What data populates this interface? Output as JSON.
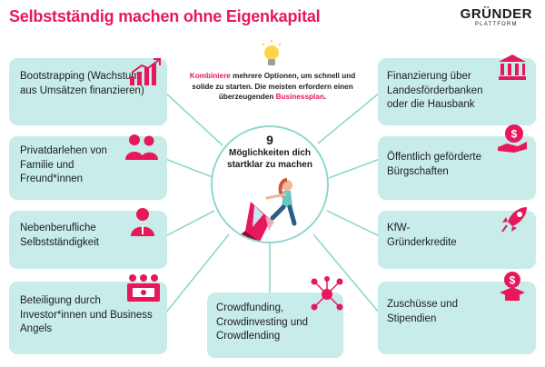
{
  "header": {
    "title": "Selbstständig machen ohne Eigenkapital",
    "logo_line1": "GRÜNDER",
    "logo_line2": "PLATTFORM"
  },
  "intro": {
    "highlight_start": "Kombiniere",
    "text_mid": " mehrere Optionen, um schnell und solide zu starten. Die meisten erfordern einen überzeugenden ",
    "highlight_end": "Businessplan",
    "text_end": "."
  },
  "center": {
    "number": "9",
    "text": "Möglichkeiten dich startklar zu machen"
  },
  "options": {
    "bootstrapping": "Bootstrapping (Wachstum aus Umsätzen finanzieren)",
    "privatdarlehen": "Privatdarlehen von Familie und Freund*innen",
    "nebenberuflich": "Nebenberufliche Selbstständigkeit",
    "beteiligung": "Beteiligung durch Investor*innen und Business Angels",
    "crowdfunding": "Crowdfunding, Crowdinvesting und Crowdlending",
    "foerderbanken": "Finanzierung über Landesförderbanken oder die Hausbank",
    "buergschaften": "Öffentlich geförderte Bürgschaften",
    "kfw": "KfW-Gründerkredite",
    "zuschuesse": "Zuschüsse und Stipendien"
  },
  "colors": {
    "accent": "#e6185b",
    "box": "#c7ecea",
    "line": "#8fd6d1"
  }
}
